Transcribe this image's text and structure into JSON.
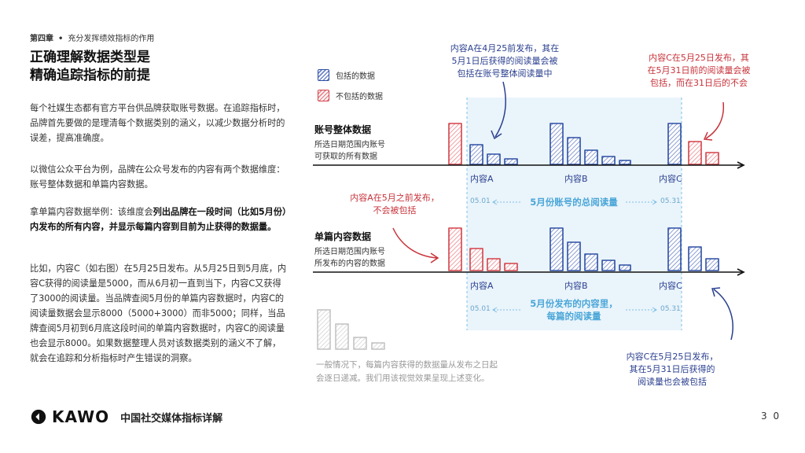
{
  "header": {
    "chapter": "第四章",
    "subtitle": "充分发挥绩效指标的作用"
  },
  "title": {
    "line1": "正确理解数据类型是",
    "line2": "精确追踪指标的前提"
  },
  "body": {
    "p1": "每个社媒生态都有官方平台供品牌获取账号数据。在追踪指标时，品牌首先要做的是理清每个数据类别的涵义，以减少数据分析时的误差，提高准确度。",
    "p2": "以微信公众平台为例，品牌在公众号发布的内容有两个数据维度：账号整体数据和单篇内容数据。",
    "p3_a": "拿单篇内容数据举例：该维度会",
    "p3_b": "列出品牌在一段时间（比如5月份）内发布的所有内容，并显示每篇内容到目前为止获得的数据量。",
    "p4": "比如，内容C（如右图）在5月25日发布。从5月25日到5月底，内容C获得的阅读量是5000，而从6月初一直到当下，内容C又获得了3000的阅读量。当品牌查阅5月份的单篇内容数据时，内容C的阅读量数据会显示8000（5000+3000）而非5000；同样，当品牌查阅5月初到6月底这段时间的单篇内容数据时，内容C的阅读量也会显示8000。如果数据整理人员对该数据类别的涵义不了解，就会在追踪和分析指标时产生错误的洞察。"
  },
  "footer": {
    "brand": "KAWO",
    "title": "中国社交媒体指标详解",
    "page": "3 0"
  },
  "legend": {
    "included": "包括的数据",
    "excluded": "不包括的数据"
  },
  "section1": {
    "title": "账号整体数据",
    "desc1": "所选日期范围内账号",
    "desc2": "可获取的所有数据"
  },
  "section2": {
    "title": "单篇内容数据",
    "desc1": "所选日期范围内账号",
    "desc2": "所发布的内容的数据"
  },
  "notes": {
    "topA_1": "内容A在4月25前发布，其在",
    "topA_2": "5月1日后获得的阅读量会被",
    "topA_3": "包括在账号整体阅读量中",
    "topC_1": "内容C在5月25日发布，其",
    "topC_2": "在5月31日前的阅读量会被",
    "topC_3": "包括，而在31日后的不会",
    "midA_1": "内容A在5月之前发布，",
    "midA_2": "不会被包括",
    "botC_1": "内容C在5月25日发布，",
    "botC_2": "其在5月31日后获得的",
    "botC_3": "阅读量也会被包括"
  },
  "axis": {
    "label_a": "内容A",
    "label_b": "内容B",
    "label_c": "内容C",
    "date_start": "05.01",
    "date_end": "05.31",
    "band1": "5月份账号的总阅读量",
    "band2_1": "5月份发布的内容里，",
    "band2_2": "每篇的阅读量"
  },
  "gray_caption": {
    "line1": "一般情况下，每篇内容获得的数据量从发布之日起",
    "line2": "会逐日递减。我们用该视觉效果呈现上述变化。"
  },
  "colors": {
    "blue": "#2d4fa3",
    "red": "#d3424a",
    "band": "#eaf4fb",
    "band_border": "#7fc0e6",
    "gray": "#bdbdbd"
  }
}
